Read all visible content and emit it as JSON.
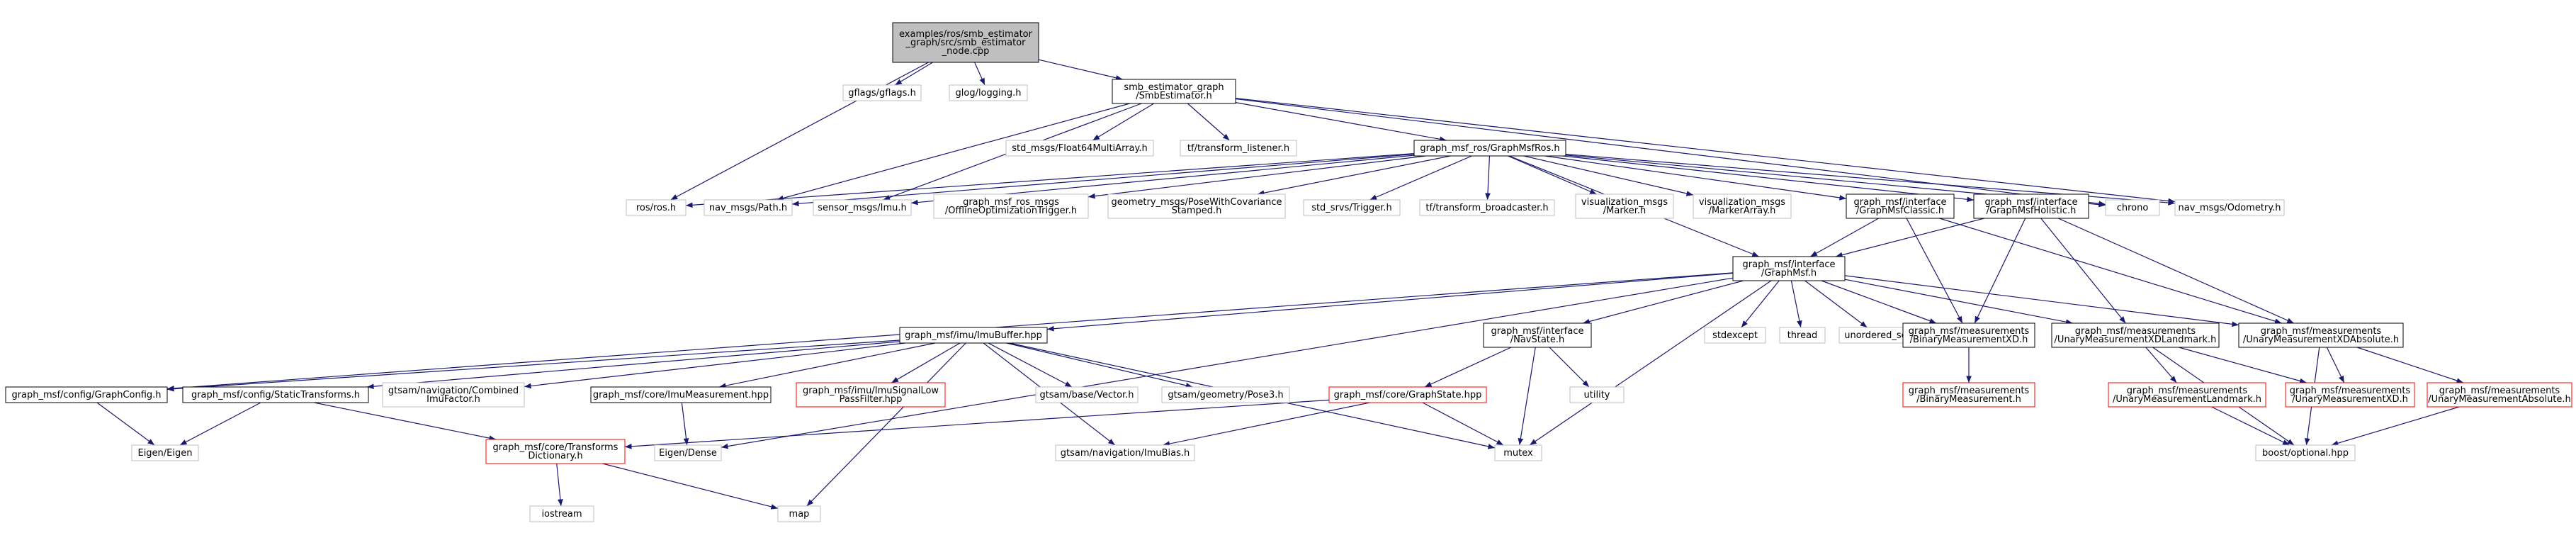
{
  "colors": {
    "background": "#ffffff",
    "edge": "#191970",
    "root_fill": "#bfbfbf",
    "box_black": "#000000",
    "box_gray": "#bfbfbf",
    "box_red": "#ff0000",
    "text": "#000000"
  },
  "nodes": [
    {
      "id": "root",
      "lines": [
        "examples/ros/smb_estimator",
        "_graph/src/smb_estimator",
        "_node.cpp"
      ],
      "style": "root"
    },
    {
      "id": "gflags",
      "lines": [
        "gflags/gflags.h"
      ],
      "style": "gray"
    },
    {
      "id": "glog",
      "lines": [
        "glog/logging.h"
      ],
      "style": "gray"
    },
    {
      "id": "smbest",
      "lines": [
        "smb_estimator_graph",
        "/SmbEstimator.h"
      ],
      "style": "black"
    },
    {
      "id": "float64",
      "lines": [
        "std_msgs/Float64MultiArray.h"
      ],
      "style": "gray"
    },
    {
      "id": "tflisten",
      "lines": [
        "tf/transform_listener.h"
      ],
      "style": "gray"
    },
    {
      "id": "graphmsfros",
      "lines": [
        "graph_msf_ros/GraphMsfRos.h"
      ],
      "style": "black"
    },
    {
      "id": "rosros",
      "lines": [
        "ros/ros.h"
      ],
      "style": "gray"
    },
    {
      "id": "navpath",
      "lines": [
        "nav_msgs/Path.h"
      ],
      "style": "gray"
    },
    {
      "id": "sensorimu",
      "lines": [
        "sensor_msgs/Imu.h"
      ],
      "style": "gray"
    },
    {
      "id": "offline",
      "lines": [
        "graph_msf_ros_msgs",
        "/OfflineOptimizationTrigger.h"
      ],
      "style": "gray"
    },
    {
      "id": "posecov",
      "lines": [
        "geometry_msgs/PoseWithCovariance",
        "Stamped.h"
      ],
      "style": "gray"
    },
    {
      "id": "trigger",
      "lines": [
        "std_srvs/Trigger.h"
      ],
      "style": "gray"
    },
    {
      "id": "tfbroad",
      "lines": [
        "tf/transform_broadcaster.h"
      ],
      "style": "gray"
    },
    {
      "id": "vismarker",
      "lines": [
        "visualization_msgs",
        "/Marker.h"
      ],
      "style": "gray"
    },
    {
      "id": "vismarkerarr",
      "lines": [
        "visualization_msgs",
        "/MarkerArray.h"
      ],
      "style": "gray"
    },
    {
      "id": "classic",
      "lines": [
        "graph_msf/interface",
        "/GraphMsfClassic.h"
      ],
      "style": "black"
    },
    {
      "id": "holistic",
      "lines": [
        "graph_msf/interface",
        "/GraphMsfHolistic.h"
      ],
      "style": "black"
    },
    {
      "id": "chrono",
      "lines": [
        "chrono"
      ],
      "style": "gray"
    },
    {
      "id": "odom",
      "lines": [
        "nav_msgs/Odometry.h"
      ],
      "style": "gray"
    },
    {
      "id": "graphmsf",
      "lines": [
        "graph_msf/interface",
        "/GraphMsf.h"
      ],
      "style": "black"
    },
    {
      "id": "imubuffer",
      "lines": [
        "graph_msf/imu/ImuBuffer.hpp"
      ],
      "style": "black"
    },
    {
      "id": "navstate",
      "lines": [
        "graph_msf/interface",
        "/NavState.h"
      ],
      "style": "black"
    },
    {
      "id": "stdexcept",
      "lines": [
        "stdexcept"
      ],
      "style": "gray"
    },
    {
      "id": "thread",
      "lines": [
        "thread"
      ],
      "style": "gray"
    },
    {
      "id": "unordered",
      "lines": [
        "unordered_set"
      ],
      "style": "gray"
    },
    {
      "id": "binxd",
      "lines": [
        "graph_msf/measurements",
        "/BinaryMeasurementXD.h"
      ],
      "style": "black"
    },
    {
      "id": "unaryland",
      "lines": [
        "graph_msf/measurements",
        "/UnaryMeasurementXDLandmark.h"
      ],
      "style": "black"
    },
    {
      "id": "unaryabs",
      "lines": [
        "graph_msf/measurements",
        "/UnaryMeasurementXDAbsolute.h"
      ],
      "style": "black"
    },
    {
      "id": "graphconfig",
      "lines": [
        "graph_msf/config/GraphConfig.h"
      ],
      "style": "black"
    },
    {
      "id": "statictf",
      "lines": [
        "graph_msf/config/StaticTransforms.h"
      ],
      "style": "black"
    },
    {
      "id": "combined",
      "lines": [
        "gtsam/navigation/Combined",
        "ImuFactor.h"
      ],
      "style": "gray"
    },
    {
      "id": "imumeas",
      "lines": [
        "graph_msf/core/ImuMeasurement.hpp"
      ],
      "style": "black"
    },
    {
      "id": "lowpass",
      "lines": [
        "graph_msf/imu/ImuSignalLow",
        "PassFilter.hpp"
      ],
      "style": "red"
    },
    {
      "id": "vector",
      "lines": [
        "gtsam/base/Vector.h"
      ],
      "style": "gray"
    },
    {
      "id": "pose3",
      "lines": [
        "gtsam/geometry/Pose3.h"
      ],
      "style": "gray"
    },
    {
      "id": "utility",
      "lines": [
        "utility"
      ],
      "style": "gray"
    },
    {
      "id": "graphstate",
      "lines": [
        "graph_msf/core/GraphState.hpp"
      ],
      "style": "red"
    },
    {
      "id": "binmeas",
      "lines": [
        "graph_msf/measurements",
        "/BinaryMeasurement.h"
      ],
      "style": "red"
    },
    {
      "id": "unarylandmeas",
      "lines": [
        "graph_msf/measurements",
        "/UnaryMeasurementLandmark.h"
      ],
      "style": "red"
    },
    {
      "id": "unaryxd",
      "lines": [
        "graph_msf/measurements",
        "/UnaryMeasurementXD.h"
      ],
      "style": "red"
    },
    {
      "id": "unaryabsmeas",
      "lines": [
        "graph_msf/measurements",
        "/UnaryMeasurementAbsolute.h"
      ],
      "style": "red"
    },
    {
      "id": "eigen",
      "lines": [
        "Eigen/Eigen"
      ],
      "style": "gray"
    },
    {
      "id": "tfdict",
      "lines": [
        "graph_msf/core/Transforms",
        "Dictionary.h"
      ],
      "style": "red"
    },
    {
      "id": "eigendense",
      "lines": [
        "Eigen/Dense"
      ],
      "style": "gray"
    },
    {
      "id": "imubias",
      "lines": [
        "gtsam/navigation/ImuBias.h"
      ],
      "style": "gray"
    },
    {
      "id": "mutex",
      "lines": [
        "mutex"
      ],
      "style": "gray"
    },
    {
      "id": "optional",
      "lines": [
        "boost/optional.hpp"
      ],
      "style": "gray"
    },
    {
      "id": "iostream",
      "lines": [
        "iostream"
      ],
      "style": "gray"
    },
    {
      "id": "map",
      "lines": [
        "map"
      ],
      "style": "gray"
    }
  ],
  "edges": [
    [
      "root",
      "gflags"
    ],
    [
      "root",
      "glog"
    ],
    [
      "root",
      "smbest"
    ],
    [
      "root",
      "rosros"
    ],
    [
      "smbest",
      "float64"
    ],
    [
      "smbest",
      "tflisten"
    ],
    [
      "smbest",
      "graphmsfros"
    ],
    [
      "smbest",
      "navpath"
    ],
    [
      "smbest",
      "sensorimu"
    ],
    [
      "smbest",
      "chrono"
    ],
    [
      "smbest",
      "odom"
    ],
    [
      "graphmsfros",
      "rosros"
    ],
    [
      "graphmsfros",
      "navpath"
    ],
    [
      "graphmsfros",
      "sensorimu"
    ],
    [
      "graphmsfros",
      "offline"
    ],
    [
      "graphmsfros",
      "posecov"
    ],
    [
      "graphmsfros",
      "trigger"
    ],
    [
      "graphmsfros",
      "tfbroad"
    ],
    [
      "graphmsfros",
      "vismarker"
    ],
    [
      "graphmsfros",
      "vismarkerarr"
    ],
    [
      "graphmsfros",
      "classic"
    ],
    [
      "graphmsfros",
      "holistic"
    ],
    [
      "graphmsfros",
      "chrono"
    ],
    [
      "graphmsfros",
      "odom"
    ],
    [
      "graphmsfros",
      "graphmsf"
    ],
    [
      "classic",
      "graphmsf"
    ],
    [
      "classic",
      "binxd"
    ],
    [
      "classic",
      "unaryabs"
    ],
    [
      "holistic",
      "graphmsf"
    ],
    [
      "holistic",
      "binxd"
    ],
    [
      "holistic",
      "unaryland"
    ],
    [
      "holistic",
      "unaryabs"
    ],
    [
      "graphmsf",
      "imubuffer"
    ],
    [
      "graphmsf",
      "navstate"
    ],
    [
      "graphmsf",
      "stdexcept"
    ],
    [
      "graphmsf",
      "thread"
    ],
    [
      "graphmsf",
      "unordered"
    ],
    [
      "graphmsf",
      "binxd"
    ],
    [
      "graphmsf",
      "unaryland"
    ],
    [
      "graphmsf",
      "unaryabs"
    ],
    [
      "graphmsf",
      "graphconfig"
    ],
    [
      "graphmsf",
      "mutex"
    ],
    [
      "graphmsf",
      "eigendense"
    ],
    [
      "imubuffer",
      "graphconfig"
    ],
    [
      "imubuffer",
      "statictf"
    ],
    [
      "imubuffer",
      "combined"
    ],
    [
      "imubuffer",
      "imumeas"
    ],
    [
      "imubuffer",
      "lowpass"
    ],
    [
      "imubuffer",
      "vector"
    ],
    [
      "imubuffer",
      "pose3"
    ],
    [
      "imubuffer",
      "imubias"
    ],
    [
      "imubuffer",
      "mutex"
    ],
    [
      "imubuffer",
      "map"
    ],
    [
      "navstate",
      "graphstate"
    ],
    [
      "navstate",
      "utility"
    ],
    [
      "navstate",
      "mutex"
    ],
    [
      "graphstate",
      "tfdict"
    ],
    [
      "graphstate",
      "imubias"
    ],
    [
      "graphstate",
      "mutex"
    ],
    [
      "binxd",
      "binmeas"
    ],
    [
      "unaryland",
      "unarylandmeas"
    ],
    [
      "unaryland",
      "unaryxd"
    ],
    [
      "unaryland",
      "optional"
    ],
    [
      "unaryabs",
      "unaryxd"
    ],
    [
      "unaryabs",
      "unaryabsmeas"
    ],
    [
      "unaryabs",
      "optional"
    ],
    [
      "unarylandmeas",
      "optional"
    ],
    [
      "unaryabsmeas",
      "optional"
    ],
    [
      "graphconfig",
      "eigen"
    ],
    [
      "statictf",
      "eigen"
    ],
    [
      "statictf",
      "tfdict"
    ],
    [
      "imumeas",
      "eigendense"
    ],
    [
      "tfdict",
      "iostream"
    ],
    [
      "tfdict",
      "map"
    ]
  ]
}
